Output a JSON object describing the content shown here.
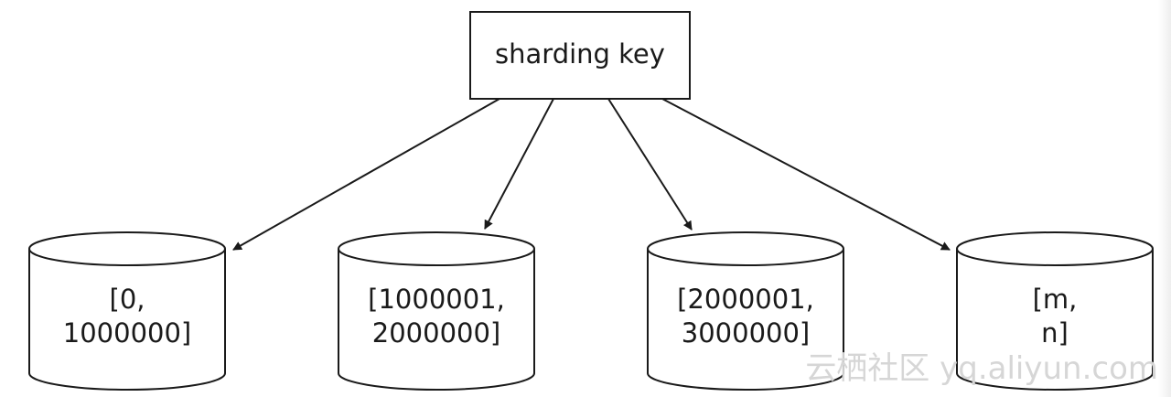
{
  "root": {
    "label": "sharding key"
  },
  "shards": [
    {
      "line1": "[0,",
      "line2": "1000000]"
    },
    {
      "line1": "[1000001,",
      "line2": "2000000]"
    },
    {
      "line1": "[2000001,",
      "line2": "3000000]"
    },
    {
      "line1": "[m,",
      "line2": "n]"
    }
  ],
  "watermark": {
    "text": "云栖社区 yq.aliyun.com"
  },
  "colors": {
    "stroke": "#1a1a1a",
    "fill": "#ffffff",
    "watermark": "#d6d6d6"
  }
}
